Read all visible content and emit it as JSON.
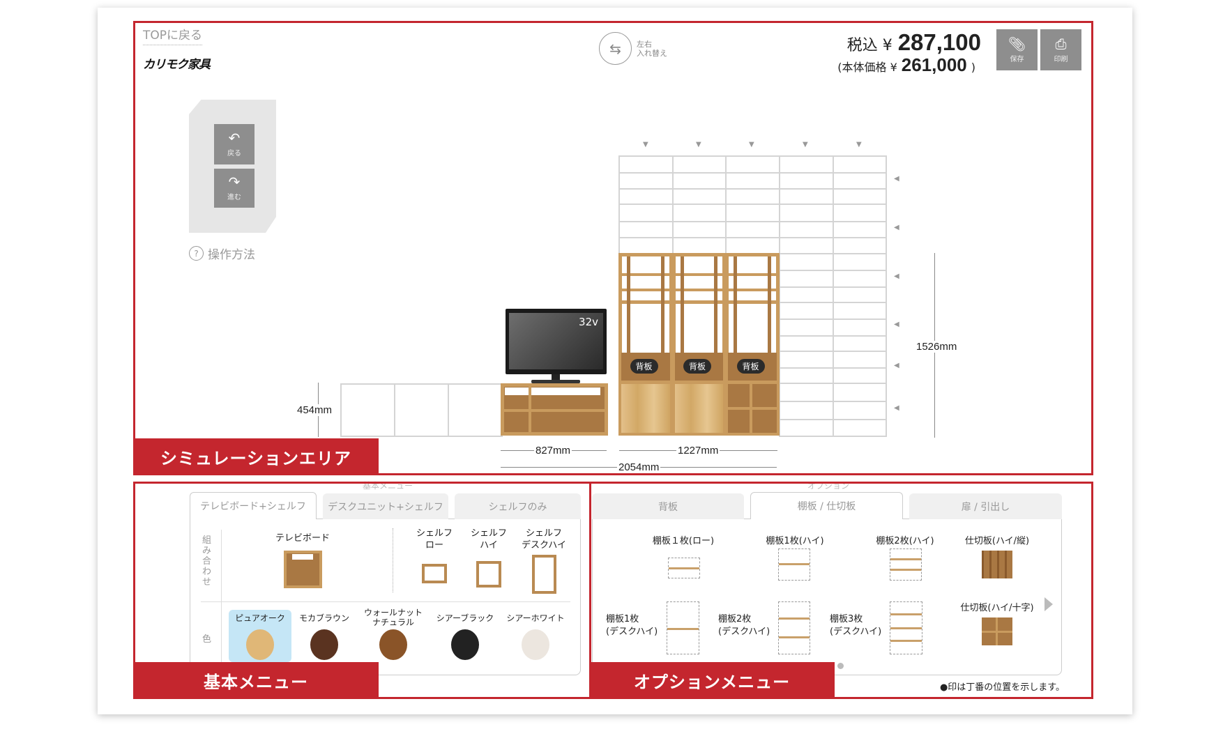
{
  "header": {
    "top_link": "TOPに戻る",
    "logo": "カリモク家具",
    "swap_line1": "左右",
    "swap_line2": "入れ替え",
    "tax_label": "税込 ¥",
    "tax_price": "287,100",
    "base_label": "(本体価格 ¥",
    "base_price": "261,000",
    "base_close": ")",
    "save_label": "保存",
    "print_label": "印刷"
  },
  "history": {
    "undo_label": "戻る",
    "redo_label": "進む",
    "help_label": "操作方法"
  },
  "simulation": {
    "tv_size": "32v",
    "back_panel_badge": "背板",
    "dim_height_low": "454mm",
    "dim_height_tall": "1526mm",
    "dim_tvboard": "827mm",
    "dim_shelf": "1227mm",
    "dim_total": "2054mm",
    "area_label": "シミュレーションエリア"
  },
  "basic_menu": {
    "faint_title": "基本メニュー",
    "label": "基本メニュー",
    "tabs": [
      "テレビボード+シェルフ",
      "デスクユニット+シェルフ",
      "シェルフのみ"
    ],
    "active_tab": 0,
    "combo_label": "組み合わせ",
    "tvboard_label": "テレビボード",
    "shelves": [
      {
        "l1": "シェルフ",
        "l2": "ロー"
      },
      {
        "l1": "シェルフ",
        "l2": "ハイ"
      },
      {
        "l1": "シェルフ",
        "l2": "デスクハイ"
      }
    ],
    "color_label": "色",
    "colors": [
      {
        "name": "ピュアオーク",
        "hex": "#e0b777",
        "selected": true
      },
      {
        "name": "モカブラウン",
        "hex": "#5a3320"
      },
      {
        "name": "ウォールナット\nナチュラル",
        "hex": "#8a5428"
      },
      {
        "name": "シアーブラック",
        "hex": "#222222"
      },
      {
        "name": "シアーホワイト",
        "hex": "#ece6df"
      }
    ]
  },
  "option_menu": {
    "faint_title": "オプション",
    "label": "オプションメニュー",
    "tabs": [
      "背板",
      "棚板 / 仕切板",
      "扉 / 引出し"
    ],
    "active_tab": 1,
    "items_row1": [
      "棚板１枚(ロー)",
      "棚板1枚(ハイ)",
      "棚板2枚(ハイ)",
      "仕切板(ハイ/縦)"
    ],
    "items_row2": [
      {
        "l1": "棚板1枚",
        "l2": "(デスクハイ)"
      },
      {
        "l1": "棚板2枚",
        "l2": "(デスクハイ)"
      },
      {
        "l1": "棚板3枚",
        "l2": "(デスクハイ)"
      }
    ],
    "item_cross": "仕切板(ハイ/十字)",
    "note": "●印は丁番の位置を示します。"
  },
  "colors": {
    "accent": "#c4262e",
    "button_gray": "#8e8e8e",
    "selected_bg": "#c5e6f6"
  }
}
